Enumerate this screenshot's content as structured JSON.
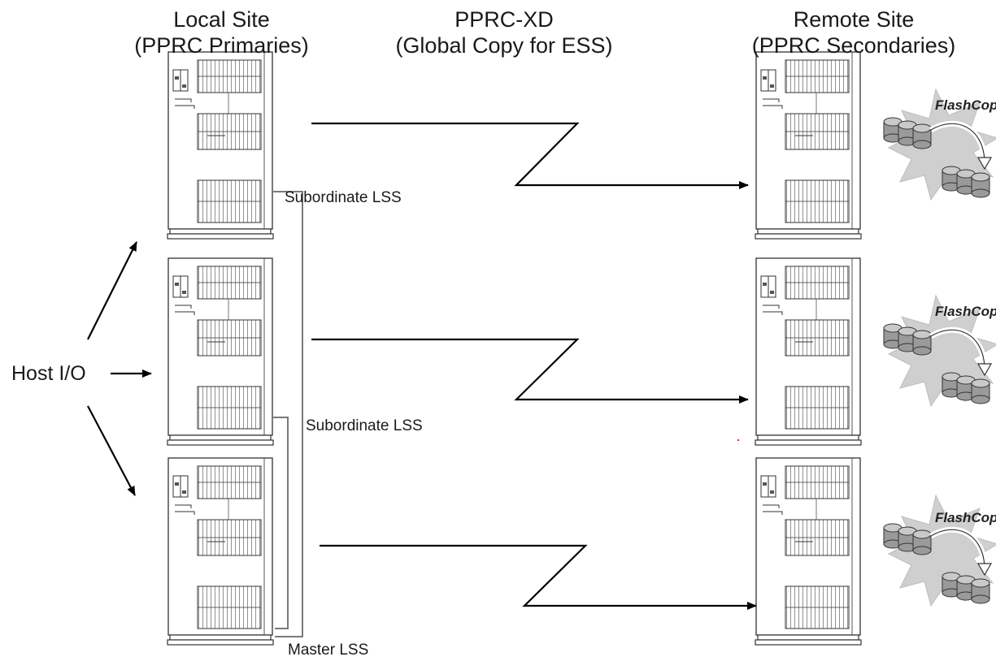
{
  "headers": {
    "local_site": "Local Site",
    "local_site_sub": "(PPRC Primaries)",
    "link": "PPRC-XD",
    "link_sub": "(Global Copy for ESS)",
    "remote_site": "Remote Site",
    "remote_site_sub": "(PPRC Secondaries)"
  },
  "labels": {
    "host_io": "Host I/O",
    "lss_1": "Subordinate LSS",
    "lss_2": "Subordinate LSS",
    "lss_3": "Master LSS"
  },
  "flashcopy_label": "FlashCopy",
  "colors": {
    "line": "#000000",
    "connector": "#7a7a7a",
    "cabinet_stroke": "#333333",
    "burst": "#cfcfcf",
    "disk": "#9a9a9a"
  }
}
